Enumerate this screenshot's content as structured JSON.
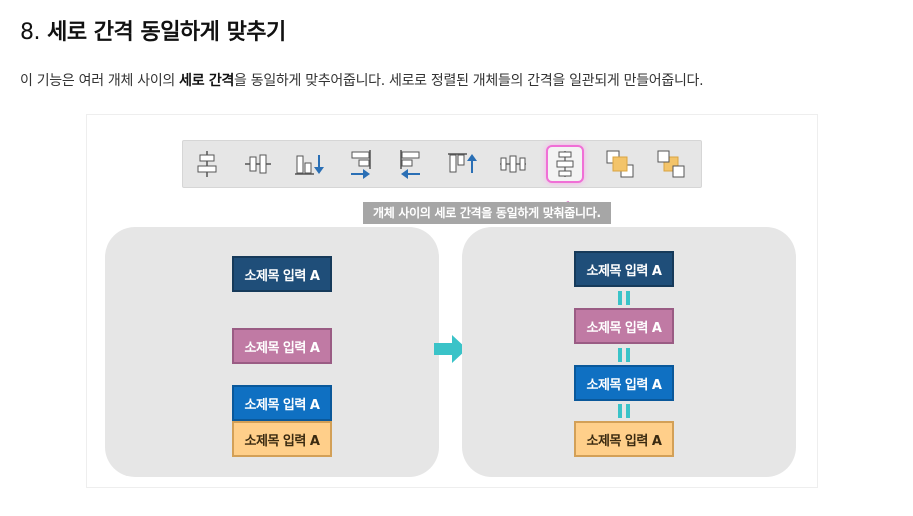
{
  "section": {
    "number": "8.",
    "title": "세로 간격 동일하게 맞추기"
  },
  "intro": {
    "part1": "이 기능은 여러 개체 사이의 ",
    "bold": "세로 간격",
    "part2": "을 동일하게 맞추어줍니다. 세로로 정렬된 개체들의 간격을 일관되게 만들어줍니다."
  },
  "figure": {
    "toolbar_icons": [
      "align-center-horizontal-icon",
      "align-middle-vertical-icon",
      "align-bottom-icon",
      "align-right-icon",
      "align-left-icon",
      "align-top-icon",
      "distribute-horizontally-icon",
      "distribute-vertically-icon",
      "bring-to-front-icon",
      "send-to-back-icon"
    ],
    "active_icon": "distribute-vertically-icon",
    "tooltip": "개체 사이의 세로 간격을 동일하게 맞춰줍니다.",
    "box_label": "소제목 입력 A",
    "colors": {
      "navy": "#1f4e79",
      "mauve": "#c07aa4",
      "blue": "#0f70c2",
      "peach": "#ffcf8a",
      "gap_marker": "#3ac3c8",
      "highlight": "#f06fd6"
    }
  }
}
